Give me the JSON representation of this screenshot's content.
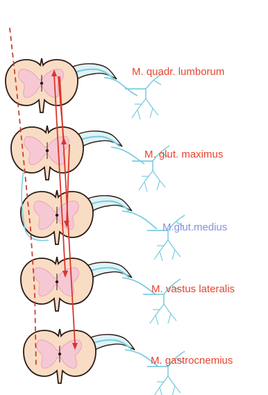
{
  "labels": [
    {
      "text": "M. quadr. lumborum",
      "color": "#e8432c"
    },
    {
      "text": "M. glut. maximus",
      "color": "#e8432c"
    },
    {
      "text": "M.glut.medius",
      "color": "#8a8fd8"
    },
    {
      "text": "M. vastus lateralis",
      "color": "#e8432c"
    },
    {
      "text": "M. gastrocnemius",
      "color": "#e8432c"
    }
  ],
  "colors": {
    "cord_fill": "#f9dcc4",
    "grey_matter": "#f6c8d4",
    "outline": "#2b1a14",
    "nerve": "#7ccde0",
    "nerve_fill": "#dff3f6",
    "pathway": "#d9362b",
    "dashed_pathway": "#c8402e"
  }
}
